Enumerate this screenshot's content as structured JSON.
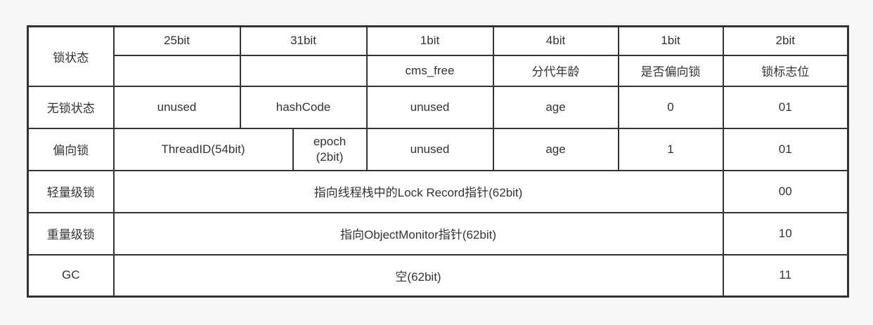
{
  "page": {
    "background_color": "#f6f6f6",
    "cell_background_color": "#ffffff",
    "border_color": "#333333",
    "text_color": "#333333"
  },
  "table": {
    "header_row1": {
      "lock_state_label": "锁状态",
      "bits_25": "25bit",
      "bits_31": "31bit",
      "bits_1a": "1bit",
      "bits_4": "4bit",
      "bits_1b": "1bit",
      "bits_2": "2bit"
    },
    "header_row2": {
      "col_25_label": "",
      "col_31_label": "",
      "cms_free_label": "cms_free",
      "generation_age_label": "分代年龄",
      "biased_lock_label": "是否偏向锁",
      "lock_flag_label": "锁标志位"
    },
    "row_no_lock": {
      "label": "无锁状态",
      "col_25": "unused",
      "col_31": "hashCode",
      "col_1a": "unused",
      "col_4": "age",
      "col_1b": "0",
      "flag": "01"
    },
    "row_biased_lock": {
      "label": "偏向锁",
      "thread_id": "ThreadID(54bit)",
      "epoch_line1": "epoch",
      "epoch_line2": "(2bit)",
      "col_1a": "unused",
      "col_4": "age",
      "col_1b": "1",
      "flag": "01"
    },
    "row_lightweight_lock": {
      "label": "轻量级锁",
      "pointer_text": "指向线程栈中的Lock Record指针(62bit)",
      "flag": "00"
    },
    "row_heavyweight_lock": {
      "label": "重量级锁",
      "pointer_text": "指向ObjectMonitor指针(62bit)",
      "flag": "10"
    },
    "row_gc": {
      "label": "GC",
      "pointer_text": "空(62bit)",
      "flag": "11"
    }
  }
}
